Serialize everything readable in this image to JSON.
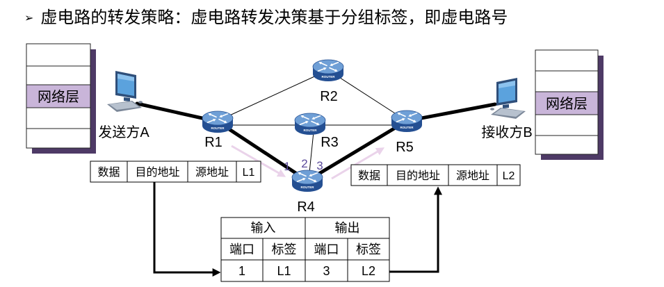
{
  "slide": {
    "bullet": "➢",
    "title": "虚电路的转发策略：虚电路转发决策基于分组标签，即虚电路号"
  },
  "hosts": {
    "sender": {
      "label": "发送方A",
      "stack_layer": "网络层",
      "icon": "computer-icon"
    },
    "receiver": {
      "label": "接收方B",
      "stack_layer": "网络层",
      "icon": "computer-icon"
    }
  },
  "routers": [
    "R1",
    "R2",
    "R3",
    "R4",
    "R5"
  ],
  "router_icon": {
    "icon": "router-icon",
    "badge_text": "ROUTER"
  },
  "r4_ports": [
    "1",
    "2",
    "3"
  ],
  "packet_in": {
    "fields": [
      "数据",
      "目的地址",
      "源地址",
      "L1"
    ]
  },
  "packet_out": {
    "fields": [
      "数据",
      "目的地址",
      "源地址",
      "L2"
    ]
  },
  "forwarding_table": {
    "groups": [
      "输入",
      "输出"
    ],
    "columns": [
      "端口",
      "标签",
      "端口",
      "标签"
    ],
    "rows": [
      [
        "1",
        "L1",
        "3",
        "L2"
      ]
    ]
  },
  "colors": {
    "network_layer_fill": "#c9b5d9",
    "stack_shadow": "#4e3a66",
    "virtual_circuit_line": "#000000",
    "path_arrow": "#ead3ea",
    "port_number": "#5b4b9b",
    "router_body": "#244f92",
    "router_top": "#6f9fd6"
  }
}
